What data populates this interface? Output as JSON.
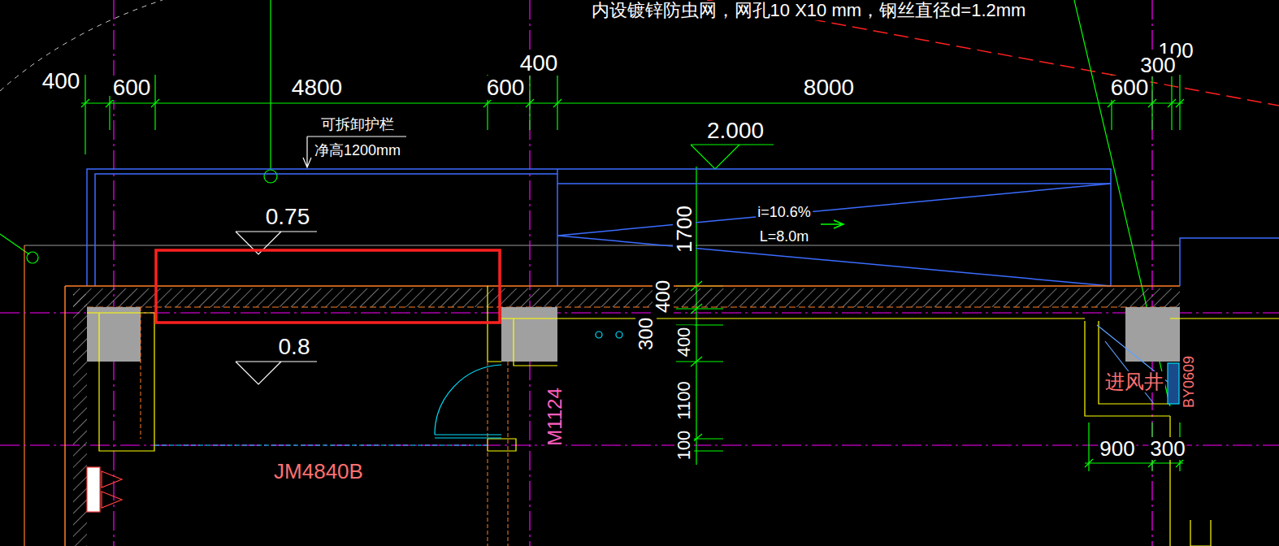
{
  "diagram": {
    "labels": [
      "内设镀锌防虫网，网孔10 X10 mm，钢丝直径d=1.2mm",
      "400",
      "600",
      "4800",
      "400",
      "600",
      "8000",
      "100",
      "300",
      "600",
      "可拆卸护栏",
      "净高1200mm",
      "2.000",
      "0.75",
      "0.8",
      "i=10.6%",
      "L=8.0m",
      "1700",
      "400",
      "300",
      "400",
      "1100",
      "100",
      "M1124",
      "JM4840B",
      "进风井",
      "BY0609",
      "900",
      "300"
    ]
  }
}
